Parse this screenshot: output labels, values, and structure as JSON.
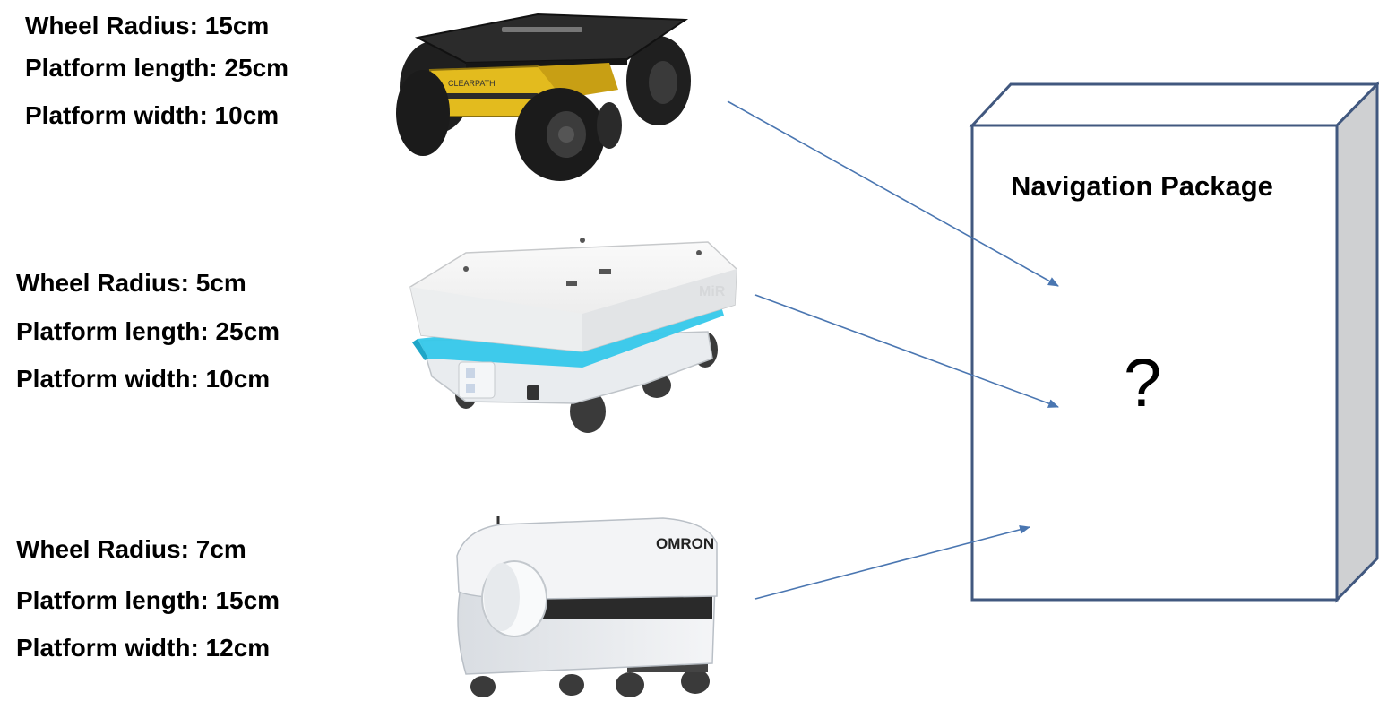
{
  "robots": [
    {
      "wheel_radius": "Wheel Radius: 15cm",
      "platform_length": "Platform length: 25cm",
      "platform_width": "Platform width: 10cm",
      "brand_text": "CLEARPATH"
    },
    {
      "wheel_radius": "Wheel Radius: 5cm",
      "platform_length": "Platform length: 25cm",
      "platform_width": "Platform width: 10cm",
      "brand_text": "MiR"
    },
    {
      "wheel_radius": "Wheel Radius: 7cm",
      "platform_length": "Platform length: 15cm",
      "platform_width": "Platform width: 12cm",
      "brand_text": "OMRON"
    }
  ],
  "package": {
    "title": "Navigation Package",
    "unknown": "?"
  },
  "colors": {
    "box_stroke": "#41587f",
    "box_side": "#cfd0d2",
    "arrow": "#4a76b1",
    "husky_yellow": "#e3bb1e",
    "mir_glow": "#35c8ea"
  }
}
